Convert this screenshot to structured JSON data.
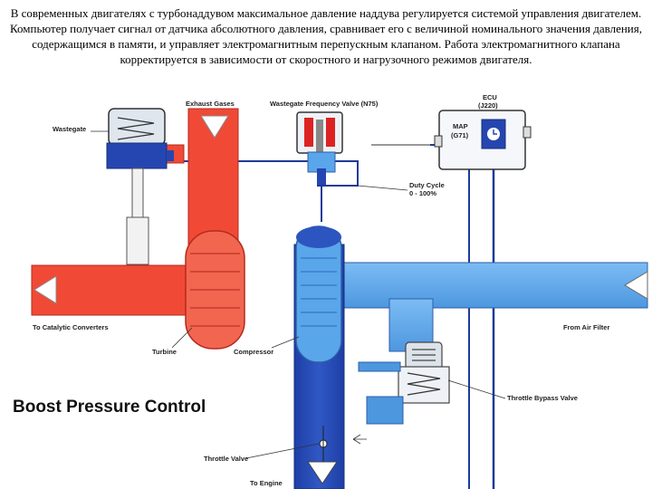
{
  "intro_text": "В современных двигателях с турбонаддувом максимальное давление наддува регулируется системой управления двигателем. Компьютер получает сигнал от датчика абсолютного давления, сравнивает его с величиной номинального значения давления, содержащимся в памяти, и управляет электромагнитным перепускным клапаном. Работа электромагнитного клапана корректируется в зависимости от скоростного и нагрузочного режимов двигателя.",
  "diagram": {
    "title": "Boost Pressure Control",
    "labels": {
      "wastegate": "Wastegate",
      "exhaust_gases": "Exhaust Gases",
      "wastegate_valve": "Wastegate Frequency Valve (N75)",
      "ecu": "ECU",
      "ecu_code": "(J220)",
      "map": "MAP",
      "map_code": "(G71)",
      "duty_cycle": "Duty Cycle",
      "duty_range": "0 - 100%",
      "to_catalytic": "To Catalytic Converters",
      "from_air_filter": "From Air Filter",
      "turbine": "Turbine",
      "compressor": "Compressor",
      "throttle_bypass": "Throttle Bypass Valve",
      "throttle_valve": "Throttle Valve",
      "to_engine": "To Engine"
    },
    "colors": {
      "exhaust": "#f04a36",
      "intake_light": "#5aa6ea",
      "intake_dark": "#2546b0",
      "control_line": "#1e3a9a"
    }
  }
}
